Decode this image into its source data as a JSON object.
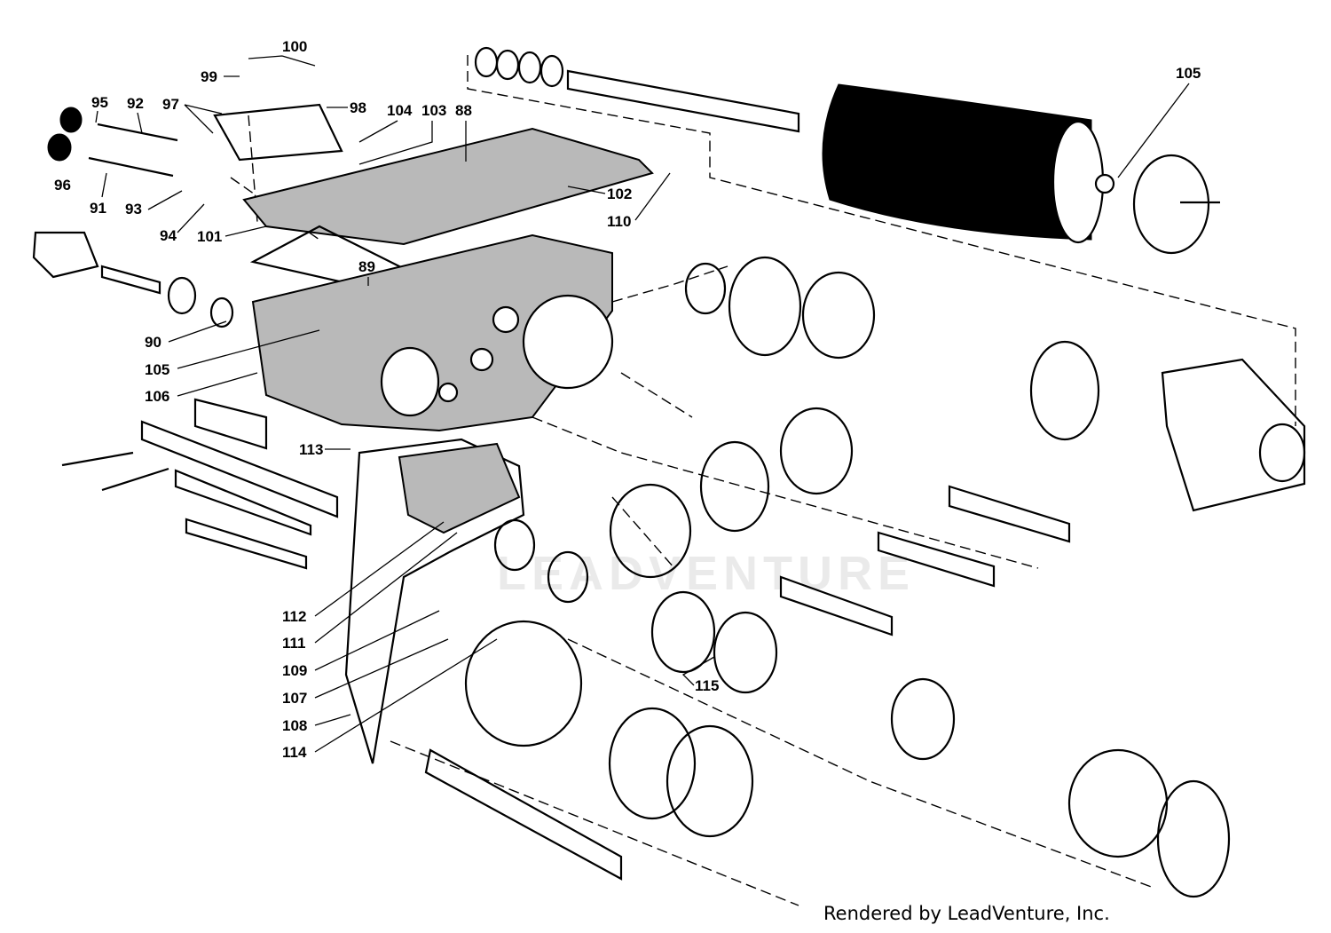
{
  "diagram": {
    "callouts": [
      {
        "id": "c100",
        "text": "100"
      },
      {
        "id": "c99",
        "text": "99"
      },
      {
        "id": "c98",
        "text": "98"
      },
      {
        "id": "c97",
        "text": "97"
      },
      {
        "id": "c95",
        "text": "95"
      },
      {
        "id": "c92",
        "text": "92"
      },
      {
        "id": "c104",
        "text": "104"
      },
      {
        "id": "c103",
        "text": "103"
      },
      {
        "id": "c88",
        "text": "88"
      },
      {
        "id": "c105a",
        "text": "105"
      },
      {
        "id": "c96",
        "text": "96"
      },
      {
        "id": "c91",
        "text": "91"
      },
      {
        "id": "c93",
        "text": "93"
      },
      {
        "id": "c94",
        "text": "94"
      },
      {
        "id": "c101",
        "text": "101"
      },
      {
        "id": "c102",
        "text": "102"
      },
      {
        "id": "c110",
        "text": "110"
      },
      {
        "id": "c89",
        "text": "89"
      },
      {
        "id": "c90",
        "text": "90"
      },
      {
        "id": "c105b",
        "text": "105"
      },
      {
        "id": "c106",
        "text": "106"
      },
      {
        "id": "c113",
        "text": "113"
      },
      {
        "id": "c112",
        "text": "112"
      },
      {
        "id": "c111",
        "text": "111"
      },
      {
        "id": "c109",
        "text": "109"
      },
      {
        "id": "c107",
        "text": "107"
      },
      {
        "id": "c108",
        "text": "108"
      },
      {
        "id": "c114",
        "text": "114"
      },
      {
        "id": "c115",
        "text": "115"
      }
    ]
  },
  "watermark": {
    "text": "LEADVENTURE"
  },
  "credit": {
    "text": "Rendered by LeadVenture, Inc."
  }
}
